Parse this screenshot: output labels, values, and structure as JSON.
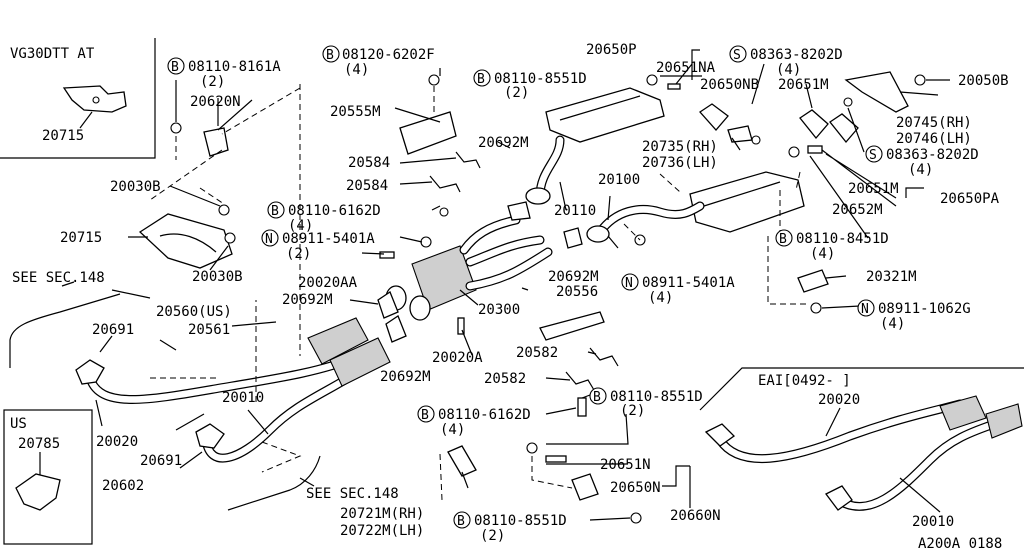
{
  "inset_vg30dtt": {
    "title": "VG30DTT AT",
    "part": "20715"
  },
  "inset_us": {
    "title": "US",
    "part": "20785"
  },
  "inset_eai": {
    "title": "EAI[0492-      ]",
    "parts": [
      "20020",
      "20010"
    ]
  },
  "footer_code": "A200A 0188",
  "labels": {
    "b_8161a": "08110-8161A",
    "b_8161a_q": "(2)",
    "p_20620n": "20620N",
    "p_20030b_a": "20030B",
    "p_20030b_b": "20030B",
    "p_20715": "20715",
    "see148_a": "SEE SEC.148",
    "see148_b": "SEE SEC.148",
    "p_20691_a": "20691",
    "p_20691_b": "20691",
    "p_20560": "20560(US)",
    "p_20561": "20561",
    "p_20020": "20020",
    "p_20010": "20010",
    "p_20602": "20602",
    "b_6202f": "08120-6202F",
    "b_6202f_q": "(4)",
    "p_20555m": "20555M",
    "p_20584_a": "20584",
    "p_20584_b": "20584",
    "b_6162d_a": "08110-6162D",
    "b_6162d_a_q": "(4)",
    "n_5401a_a": "08911-5401A",
    "n_5401a_a_q": "(2)",
    "p_20020aa": "20020AA",
    "p_20692m_a": "20692M",
    "p_20692m_b": "20692M",
    "p_20692m_c": "20692M",
    "p_20692m_d": "20692M",
    "p_20020a": "20020A",
    "p_20300": "20300",
    "p_20556": "20556",
    "p_20582_a": "20582",
    "p_20582_b": "20582",
    "b_6162d_b": "08110-6162D",
    "b_6162d_b_q": "(4)",
    "b_8551d_a": "08110-8551D",
    "b_8551d_a_q": "(2)",
    "b_8551d_b": "08110-8551D",
    "b_8551d_b_q": "(2)",
    "b_8551d_c": "08110-8551D",
    "b_8551d_c_q": "(2)",
    "p_20651n": "20651N",
    "p_20650n": "20650N",
    "p_20660n": "20660N",
    "p_20721m": "20721M(RH)",
    "p_20722m": "20722M(LH)",
    "p_20650p": "20650P",
    "p_20651na": "20651NA",
    "p_20650nb": "20650NB",
    "s_8202d_a": "08363-8202D",
    "s_8202d_a_q": "(4)",
    "p_20651m_a": "20651M",
    "p_20651m_b": "20651M",
    "p_20050b": "20050B",
    "p_20745": "20745(RH)",
    "p_20746": "20746(LH)",
    "s_8202d_b": "08363-8202D",
    "s_8202d_b_q": "(4)",
    "p_20735": "20735(RH)",
    "p_20736": "20736(LH)",
    "p_20110": "20110",
    "p_20100": "20100",
    "p_20652m": "20652M",
    "p_20650pa": "20650PA",
    "b_8451d": "08110-8451D",
    "b_8451d_q": "(4)",
    "n_5401a_b": "08911-5401A",
    "n_5401a_b_q": "(4)",
    "p_20321m": "20321M",
    "n_1062g": "08911-1062G",
    "n_1062g_q": "(4)"
  },
  "callout_letters": {
    "bolt": "B",
    "nut": "N",
    "screw": "S"
  }
}
